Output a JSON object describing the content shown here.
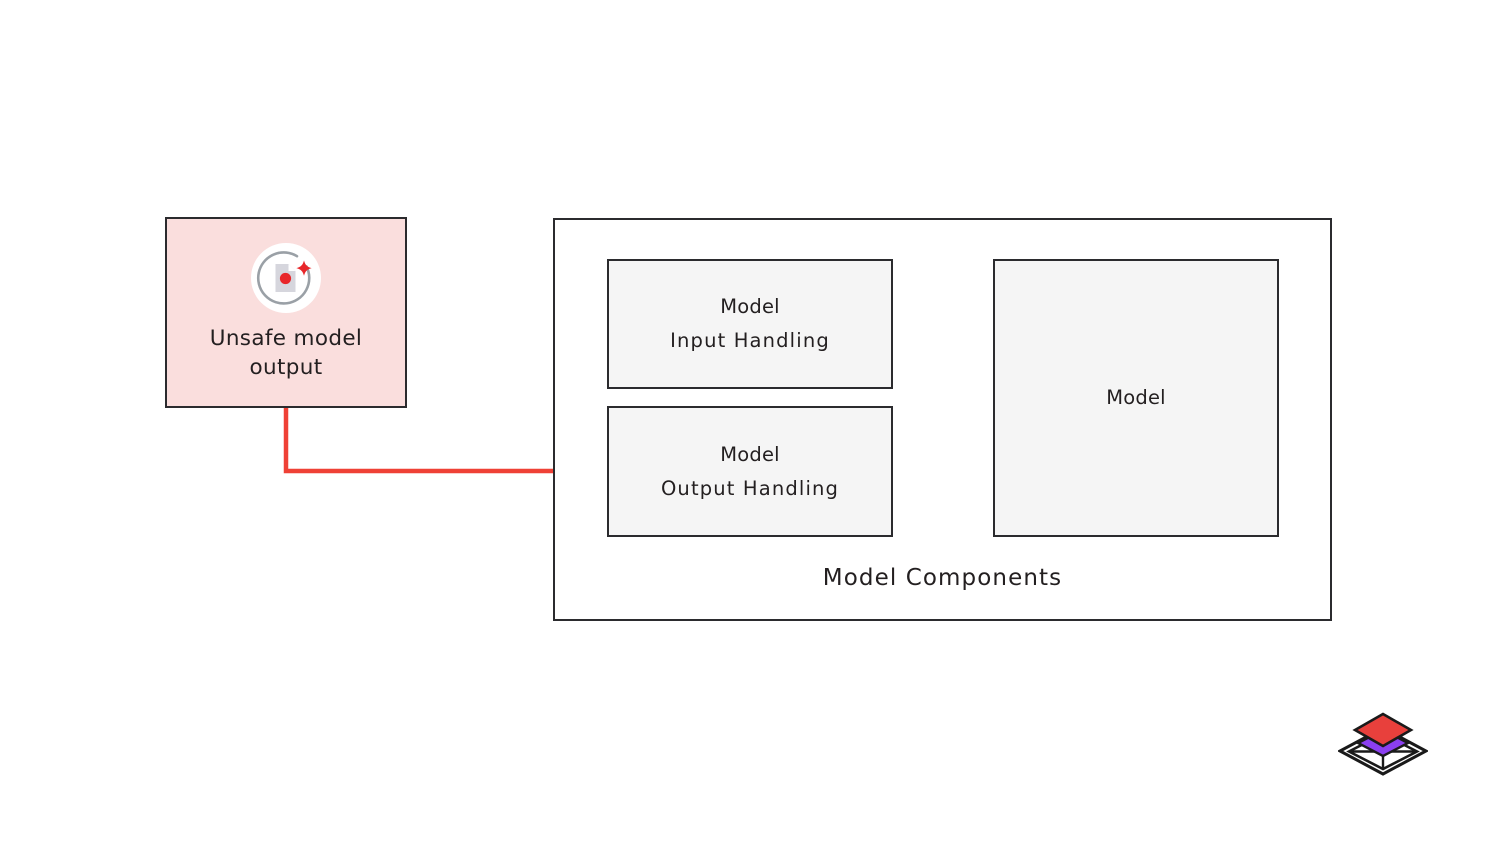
{
  "diagram": {
    "title": "Model Components",
    "background_color": "#ffffff"
  },
  "nodes": [
    {
      "id": "unsafe-model-output",
      "label_line1": "Unsafe model",
      "label_line2": "output",
      "fill_color": "#fadedd",
      "border_color": "#2b2b2e",
      "icon": "unsafe-model-output-icon"
    },
    {
      "id": "model-input-handling",
      "label_line1": "Model",
      "label_line2": "Input Handling",
      "fill_color": "#f5f5f5",
      "border_color": "#2b2b2e"
    },
    {
      "id": "model-output-handling",
      "label_line1": "Model",
      "label_line2": "Output Handling",
      "fill_color": "#f5f5f5",
      "border_color": "#2b2b2e"
    },
    {
      "id": "model",
      "label_line1": "Model",
      "label_line2": "",
      "fill_color": "#f5f5f5",
      "border_color": "#2b2b2e"
    }
  ],
  "container": {
    "caption": "Model Components",
    "fill_color": "#ffffff",
    "border_color": "#2b2b2e"
  },
  "connectors": [
    {
      "id": "unsafe-output-link",
      "from": "model-output-handling",
      "to": "unsafe-model-output",
      "color": "#ef4136",
      "endpoint_marker": "dot",
      "style": "orthogonal"
    },
    {
      "id": "input-to-model-arrow",
      "from": "model-input-handling",
      "to": "model",
      "color": "#231f20",
      "endpoint_marker": "arrow",
      "style": "orthogonal"
    },
    {
      "id": "model-to-output-arrow",
      "from": "model",
      "to": "model-output-handling",
      "color": "#231f20",
      "endpoint_marker": "arrow",
      "style": "orthogonal"
    }
  ],
  "icons": {
    "unsafe_output": {
      "name": "unsafe-model-output-icon",
      "document_color": "#d6d6dd",
      "dot_color": "#e8262a",
      "ring_color": "#9aa0a6",
      "sparkle_color": "#e8262a",
      "halo_color": "#ffffff"
    }
  },
  "logo": {
    "name": "layered-diamond-logo",
    "top_layer_color": "#e8403c",
    "middle_layer_color": "#8b3ff0",
    "base_layer_color": "#ffffff",
    "outline_color": "#1a1a1a"
  }
}
